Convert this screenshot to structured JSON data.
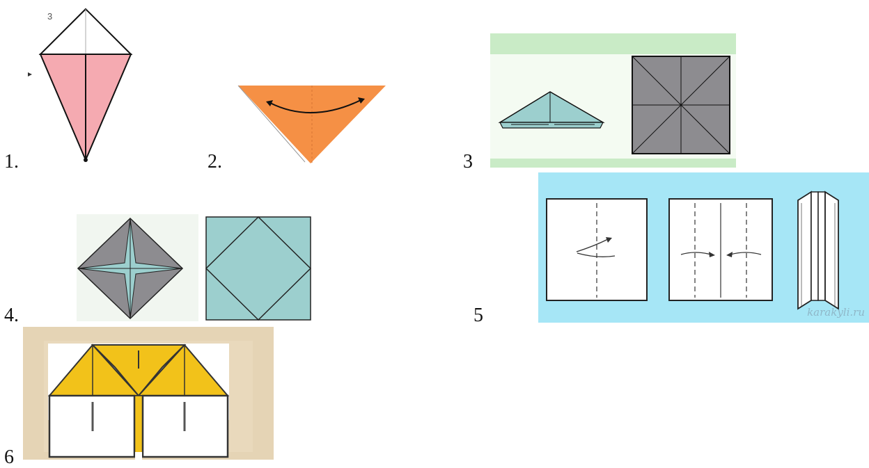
{
  "labels": {
    "l1": "1.",
    "l2": "2.",
    "l3": "3",
    "l4": "4.",
    "l5": "5",
    "l6": "6"
  },
  "diagram1": {
    "step_label": "3"
  },
  "diagram5": {
    "watermark": "karakyli.ru"
  },
  "colors": {
    "pink": "#f5aab1",
    "orange": "#f59045",
    "teal": "#9ccfce",
    "gray": "#8d8c90",
    "sky": "#a6e6f6",
    "gold": "#f2c21a",
    "parchment": "#e5d4b5"
  }
}
